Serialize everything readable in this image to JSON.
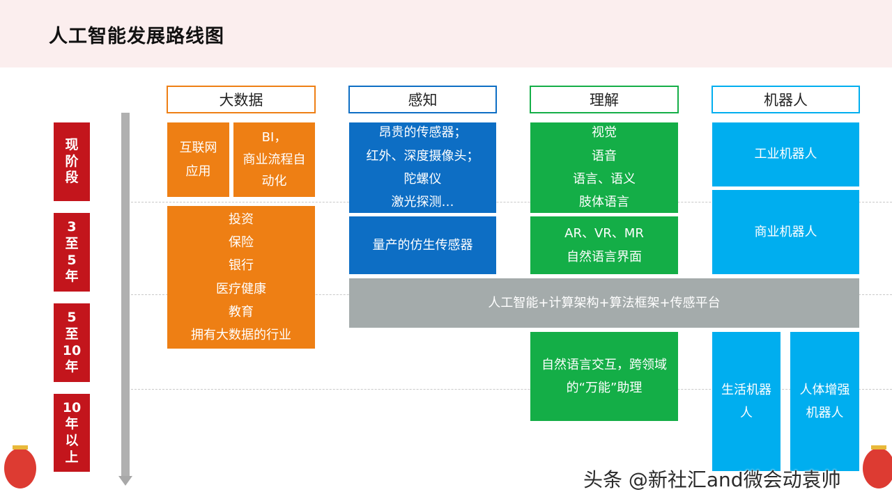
{
  "title": "人工智能发展路线图",
  "columns": {
    "bigdata": "大数据",
    "perception": "感知",
    "understanding": "理解",
    "robot": "机器人"
  },
  "colors": {
    "orange": "#ee7f14",
    "blue": "#0d6ec4",
    "green": "#14ae47",
    "sky": "#00aeef",
    "gray": "#a4abab",
    "stage_red": "#c3151c"
  },
  "stages": {
    "now": "现阶段",
    "y3to5": "3至5年",
    "y5to10": "5至10年",
    "y10plus": "10年以上"
  },
  "cells": {
    "internet": [
      "互联网",
      "应用"
    ],
    "bi": [
      "BI，",
      "商业流程自",
      "动化"
    ],
    "bigdata_industries": [
      "投资",
      "保险",
      "银行",
      "医疗健康",
      "教育",
      "拥有大数据的行业"
    ],
    "sensors_now": [
      "昂贵的传感器；",
      "红外、深度摄像头；",
      "陀螺仪",
      "激光探测…"
    ],
    "sensors_future": [
      "量产的仿生传感器"
    ],
    "understanding_now": [
      "视觉",
      "语音",
      "语言、语义",
      "肢体语言"
    ],
    "understanding_3to5": [
      "AR、VR、MR",
      "自然语言界面"
    ],
    "platform": [
      "人工智能+计算架构+算法框架+传感平台"
    ],
    "understanding_future": [
      "自然语言交互，跨领域",
      "的“万能”助理"
    ],
    "robot_industrial": [
      "工业机器人"
    ],
    "robot_commercial": [
      "商业机器人"
    ],
    "robot_life": [
      "生活机器",
      "人"
    ],
    "robot_augment": [
      "人体增强",
      "机器人"
    ]
  },
  "watermark": "头条 @新社汇and微会动袁帅"
}
